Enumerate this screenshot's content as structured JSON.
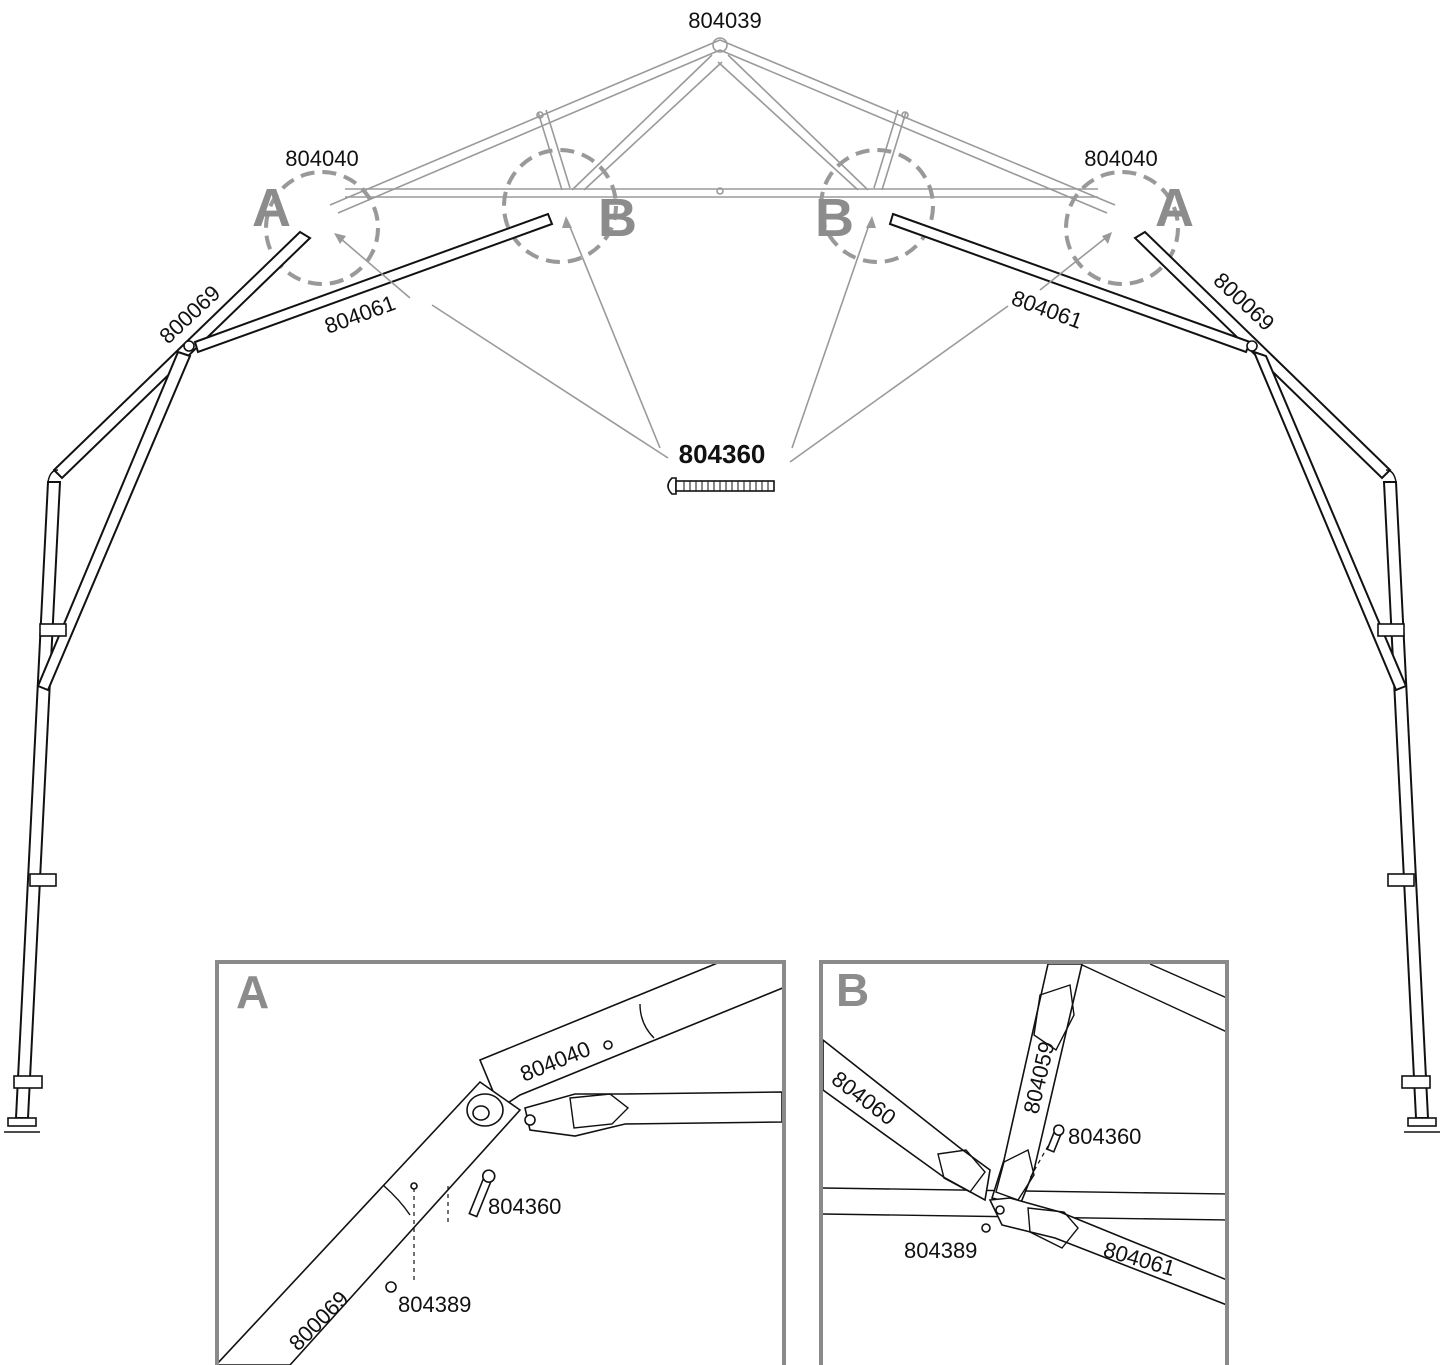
{
  "parts": {
    "top_beam": "804039",
    "joint_left": "804040",
    "joint_right": "804040",
    "leg_left": "800069",
    "leg_right": "800069",
    "brace_left": "804061",
    "brace_right": "804061",
    "bolt": "804360"
  },
  "callouts": {
    "a_left": "A",
    "b_left": "B",
    "b_right": "B",
    "a_right": "A"
  },
  "detail_a": {
    "title": "A",
    "tube_label": "804040",
    "leg_label": "800069",
    "bolt_label": "804360",
    "nut_label": "804389"
  },
  "detail_b": {
    "title": "B",
    "strut_left_label": "804060",
    "strut_up_label": "804059",
    "brace_label": "804061",
    "bolt_label": "804360",
    "nut_label": "804389"
  },
  "colors": {
    "line": "#111111",
    "callout_gray": "#8c8c8c",
    "truss_gray": "#9a9a9a"
  }
}
